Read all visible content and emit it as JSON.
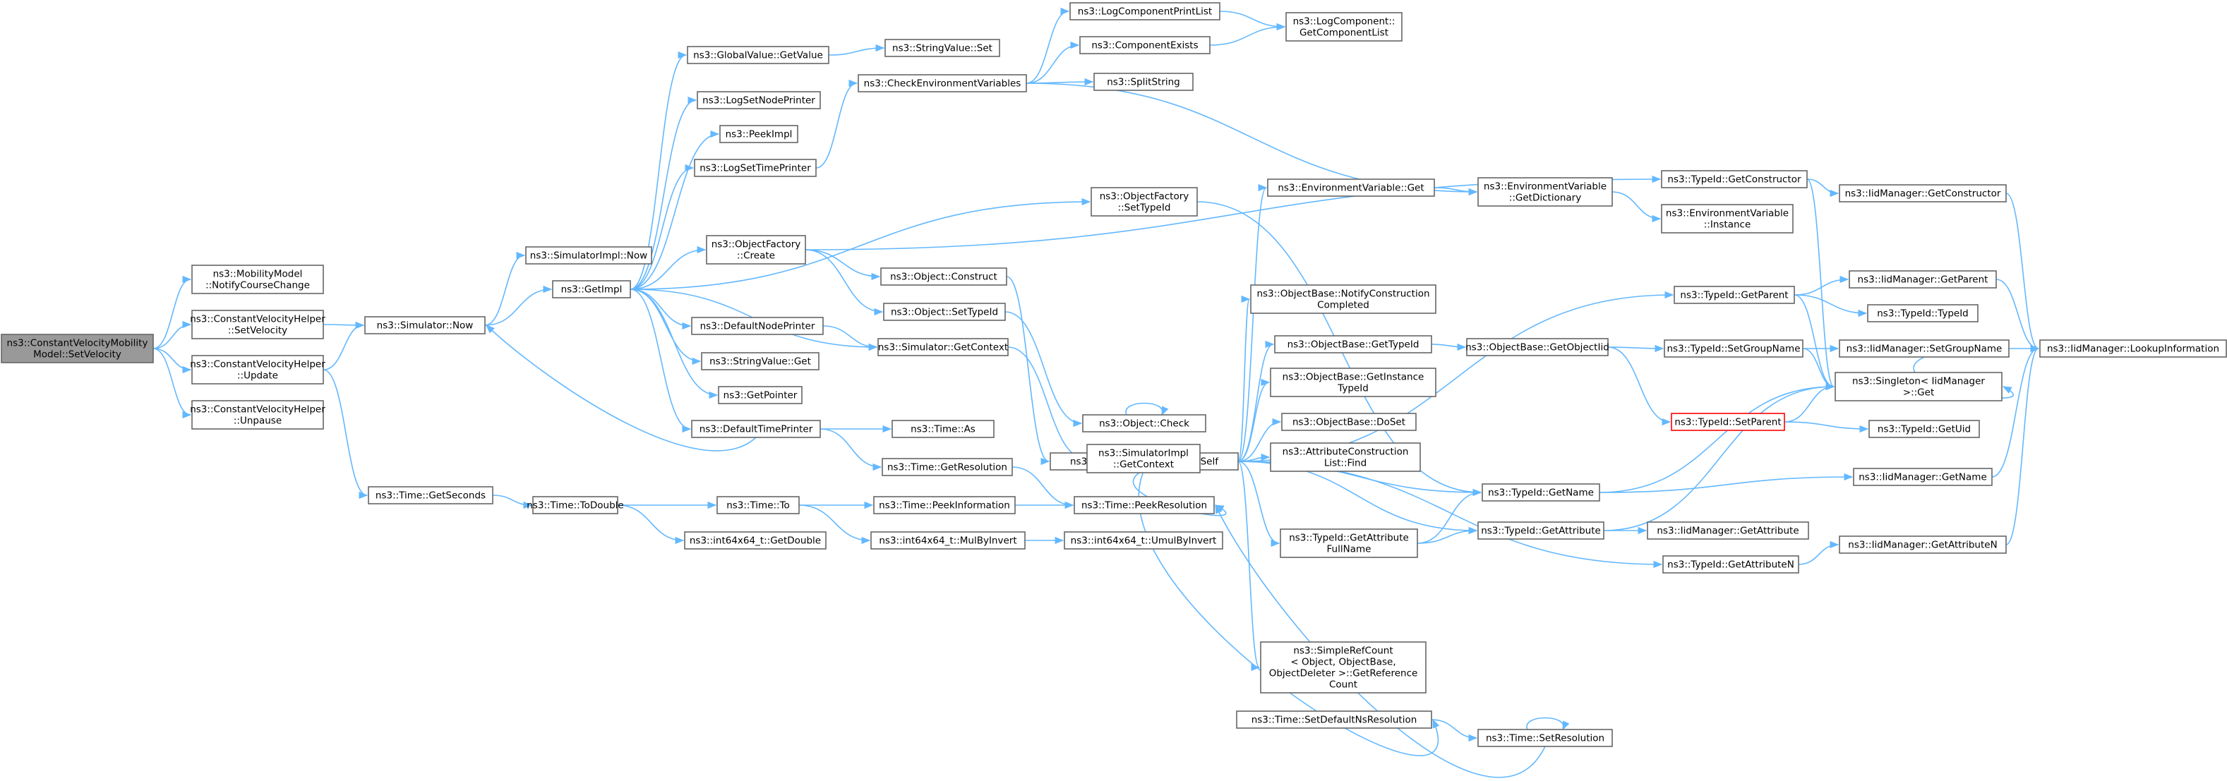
{
  "nodes": [
    {
      "id": "n0",
      "lines": [
        "ns3::ConstantVelocityMobility",
        "Model::SetVelocity"
      ],
      "root": true
    },
    {
      "id": "n1",
      "lines": [
        "ns3::MobilityModel",
        "::NotifyCourseChange"
      ]
    },
    {
      "id": "n2",
      "lines": [
        "ns3::ConstantVelocityHelper",
        "::SetVelocity"
      ]
    },
    {
      "id": "n3",
      "lines": [
        "ns3::ConstantVelocityHelper",
        "::Update"
      ]
    },
    {
      "id": "n4",
      "lines": [
        "ns3::ConstantVelocityHelper",
        "::Unpause"
      ]
    },
    {
      "id": "n5",
      "lines": [
        "ns3::Simulator::Now"
      ]
    },
    {
      "id": "n6",
      "lines": [
        "ns3::SimulatorImpl::Now"
      ]
    },
    {
      "id": "n7",
      "lines": [
        "ns3::GetImpl"
      ]
    },
    {
      "id": "n8",
      "lines": [
        "ns3::Time::GetSeconds"
      ]
    },
    {
      "id": "n9",
      "lines": [
        "ns3::Time::ToDouble"
      ]
    },
    {
      "id": "n10",
      "lines": [
        "ns3::GlobalValue::GetValue"
      ]
    },
    {
      "id": "n11",
      "lines": [
        "ns3::LogSetNodePrinter"
      ]
    },
    {
      "id": "n12",
      "lines": [
        "ns3::PeekImpl"
      ]
    },
    {
      "id": "n13",
      "lines": [
        "ns3::LogSetTimePrinter"
      ]
    },
    {
      "id": "n14",
      "lines": [
        "ns3::ObjectFactory",
        "::Create"
      ]
    },
    {
      "id": "n15",
      "lines": [
        "ns3::DefaultNodePrinter"
      ]
    },
    {
      "id": "n16",
      "lines": [
        "ns3::StringValue::Get"
      ]
    },
    {
      "id": "n17",
      "lines": [
        "ns3::GetPointer"
      ]
    },
    {
      "id": "n18",
      "lines": [
        "ns3::DefaultTimePrinter"
      ]
    },
    {
      "id": "n19",
      "lines": [
        "ns3::Time::To"
      ]
    },
    {
      "id": "n20",
      "lines": [
        "ns3::int64x64_t::GetDouble"
      ]
    },
    {
      "id": "n21",
      "lines": [
        "ns3::StringValue::Set"
      ]
    },
    {
      "id": "n22",
      "lines": [
        "ns3::CheckEnvironmentVariables"
      ]
    },
    {
      "id": "n23",
      "lines": [
        "ns3::Object::Construct"
      ]
    },
    {
      "id": "n24",
      "lines": [
        "ns3::Object::SetTypeId"
      ]
    },
    {
      "id": "n25",
      "lines": [
        "ns3::Simulator::GetContext"
      ]
    },
    {
      "id": "n26",
      "lines": [
        "ns3::Time::As"
      ]
    },
    {
      "id": "n27",
      "lines": [
        "ns3::Time::GetResolution"
      ]
    },
    {
      "id": "n28",
      "lines": [
        "ns3::Time::PeekInformation"
      ]
    },
    {
      "id": "n29",
      "lines": [
        "ns3::int64x64_t::MulByInvert"
      ]
    },
    {
      "id": "n30",
      "lines": [
        "ns3::LogComponentPrintList"
      ]
    },
    {
      "id": "n31",
      "lines": [
        "ns3::ComponentExists"
      ]
    },
    {
      "id": "n32",
      "lines": [
        "ns3::SplitString"
      ]
    },
    {
      "id": "n33",
      "lines": [
        "ns3::ObjectFactory",
        "::SetTypeId"
      ]
    },
    {
      "id": "n34",
      "lines": [
        "ns3::ObjectBase::ConstructSelf"
      ]
    },
    {
      "id": "n35",
      "lines": [
        "ns3::Object::Check"
      ]
    },
    {
      "id": "n36",
      "lines": [
        "ns3::SimulatorImpl",
        "::GetContext"
      ]
    },
    {
      "id": "n37",
      "lines": [
        "ns3::Time::PeekResolution"
      ]
    },
    {
      "id": "n38",
      "lines": [
        "ns3::int64x64_t::UmulByInvert"
      ]
    },
    {
      "id": "n39",
      "lines": [
        "ns3::LogComponent::",
        "GetComponentList"
      ]
    },
    {
      "id": "n40",
      "lines": [
        "ns3::EnvironmentVariable::Get"
      ]
    },
    {
      "id": "n41",
      "lines": [
        "ns3::ObjectBase::NotifyConstruction",
        "Completed"
      ]
    },
    {
      "id": "n42",
      "lines": [
        "ns3::ObjectBase::GetTypeId"
      ]
    },
    {
      "id": "n43",
      "lines": [
        "ns3::ObjectBase::GetInstance",
        "TypeId"
      ]
    },
    {
      "id": "n44",
      "lines": [
        "ns3::ObjectBase::DoSet"
      ]
    },
    {
      "id": "n45",
      "lines": [
        "ns3::AttributeConstruction",
        "List::Find"
      ]
    },
    {
      "id": "n46",
      "lines": [
        "ns3::TypeId::GetAttribute",
        "FullName"
      ]
    },
    {
      "id": "n47",
      "lines": [
        "ns3::SimpleRefCount",
        "< Object, ObjectBase,",
        "ObjectDeleter >::GetReference",
        "Count"
      ]
    },
    {
      "id": "n48",
      "lines": [
        "ns3::Time::SetDefaultNsResolution"
      ]
    },
    {
      "id": "n49",
      "lines": [
        "ns3::EnvironmentVariable",
        "::GetDictionary"
      ]
    },
    {
      "id": "n50",
      "lines": [
        "ns3::EnvironmentVariable",
        "::Instance"
      ]
    },
    {
      "id": "n51",
      "lines": [
        "ns3::ObjectBase::GetObjectIid"
      ]
    },
    {
      "id": "n52",
      "lines": [
        "ns3::TypeId::GetName"
      ]
    },
    {
      "id": "n53",
      "lines": [
        "ns3::TypeId::GetAttribute"
      ]
    },
    {
      "id": "n54",
      "lines": [
        "ns3::Time::SetResolution"
      ]
    },
    {
      "id": "n55",
      "lines": [
        "ns3::TypeId::GetConstructor"
      ]
    },
    {
      "id": "n56",
      "lines": [
        "ns3::TypeId::GetParent"
      ]
    },
    {
      "id": "n57",
      "lines": [
        "ns3::TypeId::SetGroupName"
      ]
    },
    {
      "id": "n58",
      "lines": [
        "ns3::TypeId::SetParent"
      ],
      "red": true
    },
    {
      "id": "n59",
      "lines": [
        "ns3::TypeId::GetAttributeN"
      ]
    },
    {
      "id": "n60",
      "lines": [
        "ns3::IidManager::GetAttribute"
      ]
    },
    {
      "id": "n61",
      "lines": [
        "ns3::IidManager::GetConstructor"
      ]
    },
    {
      "id": "n62",
      "lines": [
        "ns3::IidManager::GetParent"
      ]
    },
    {
      "id": "n63",
      "lines": [
        "ns3::TypeId::TypeId"
      ]
    },
    {
      "id": "n64",
      "lines": [
        "ns3::IidManager::SetGroupName"
      ]
    },
    {
      "id": "n65",
      "lines": [
        "ns3::Singleton< IidManager",
        "&gt;::Get"
      ]
    },
    {
      "id": "n66",
      "lines": [
        "ns3::TypeId::GetUid"
      ]
    },
    {
      "id": "n67",
      "lines": [
        "ns3::IidManager::GetName"
      ]
    },
    {
      "id": "n68",
      "lines": [
        "ns3::IidManager::GetAttributeN"
      ]
    },
    {
      "id": "n69",
      "lines": [
        "ns3::IidManager::LookupInformation"
      ]
    }
  ],
  "edges": [
    [
      "n0",
      "n1"
    ],
    [
      "n0",
      "n2"
    ],
    [
      "n0",
      "n3"
    ],
    [
      "n0",
      "n4"
    ],
    [
      "n2",
      "n5"
    ],
    [
      "n3",
      "n5"
    ],
    [
      "n3",
      "n8"
    ],
    [
      "n5",
      "n6"
    ],
    [
      "n5",
      "n7"
    ],
    [
      "n7",
      "n10"
    ],
    [
      "n7",
      "n11"
    ],
    [
      "n7",
      "n12"
    ],
    [
      "n7",
      "n13"
    ],
    [
      "n7",
      "n14"
    ],
    [
      "n7",
      "n15"
    ],
    [
      "n7",
      "n16"
    ],
    [
      "n7",
      "n17"
    ],
    [
      "n7",
      "n18"
    ],
    [
      "n7",
      "n33"
    ],
    [
      "n7",
      "n25"
    ],
    [
      "n8",
      "n9"
    ],
    [
      "n9",
      "n19"
    ],
    [
      "n9",
      "n20"
    ],
    [
      "n10",
      "n21"
    ],
    [
      "n13",
      "n22"
    ],
    [
      "n14",
      "n23"
    ],
    [
      "n14",
      "n24"
    ],
    [
      "n14",
      "n55"
    ],
    [
      "n15",
      "n25"
    ],
    [
      "n18",
      "n5"
    ],
    [
      "n18",
      "n26"
    ],
    [
      "n18",
      "n27"
    ],
    [
      "n19",
      "n28"
    ],
    [
      "n19",
      "n29"
    ],
    [
      "n22",
      "n30"
    ],
    [
      "n22",
      "n31"
    ],
    [
      "n22",
      "n32"
    ],
    [
      "n22",
      "n49"
    ],
    [
      "n23",
      "n34"
    ],
    [
      "n24",
      "n35"
    ],
    [
      "n25",
      "n36"
    ],
    [
      "n27",
      "n37"
    ],
    [
      "n28",
      "n37"
    ],
    [
      "n29",
      "n38"
    ],
    [
      "n30",
      "n39"
    ],
    [
      "n31",
      "n39"
    ],
    [
      "n33",
      "n52"
    ],
    [
      "n34",
      "n40"
    ],
    [
      "n34",
      "n41"
    ],
    [
      "n34",
      "n42"
    ],
    [
      "n34",
      "n43"
    ],
    [
      "n34",
      "n44"
    ],
    [
      "n34",
      "n45"
    ],
    [
      "n34",
      "n46"
    ],
    [
      "n34",
      "n47"
    ],
    [
      "n34",
      "n48"
    ],
    [
      "n34",
      "n52"
    ],
    [
      "n34",
      "n53"
    ],
    [
      "n34",
      "n56"
    ],
    [
      "n34",
      "n59"
    ],
    [
      "n34",
      "n37"
    ],
    [
      "n35",
      "n35"
    ],
    [
      "n40",
      "n49"
    ],
    [
      "n42",
      "n51"
    ],
    [
      "n46",
      "n52"
    ],
    [
      "n46",
      "n53"
    ],
    [
      "n48",
      "n54"
    ],
    [
      "n49",
      "n50"
    ],
    [
      "n51",
      "n57"
    ],
    [
      "n51",
      "n58"
    ],
    [
      "n52",
      "n65"
    ],
    [
      "n52",
      "n67"
    ],
    [
      "n53",
      "n60"
    ],
    [
      "n53",
      "n65"
    ],
    [
      "n54",
      "n54"
    ],
    [
      "n54",
      "n37"
    ],
    [
      "n55",
      "n61"
    ],
    [
      "n55",
      "n65"
    ],
    [
      "n56",
      "n62"
    ],
    [
      "n56",
      "n63"
    ],
    [
      "n56",
      "n65"
    ],
    [
      "n57",
      "n64"
    ],
    [
      "n57",
      "n65"
    ],
    [
      "n58",
      "n65"
    ],
    [
      "n58",
      "n66"
    ],
    [
      "n59",
      "n68"
    ],
    [
      "n61",
      "n69"
    ],
    [
      "n62",
      "n69"
    ],
    [
      "n64",
      "n69"
    ],
    [
      "n67",
      "n69"
    ],
    [
      "n68",
      "n69"
    ],
    [
      "n64",
      "n65"
    ]
  ]
}
